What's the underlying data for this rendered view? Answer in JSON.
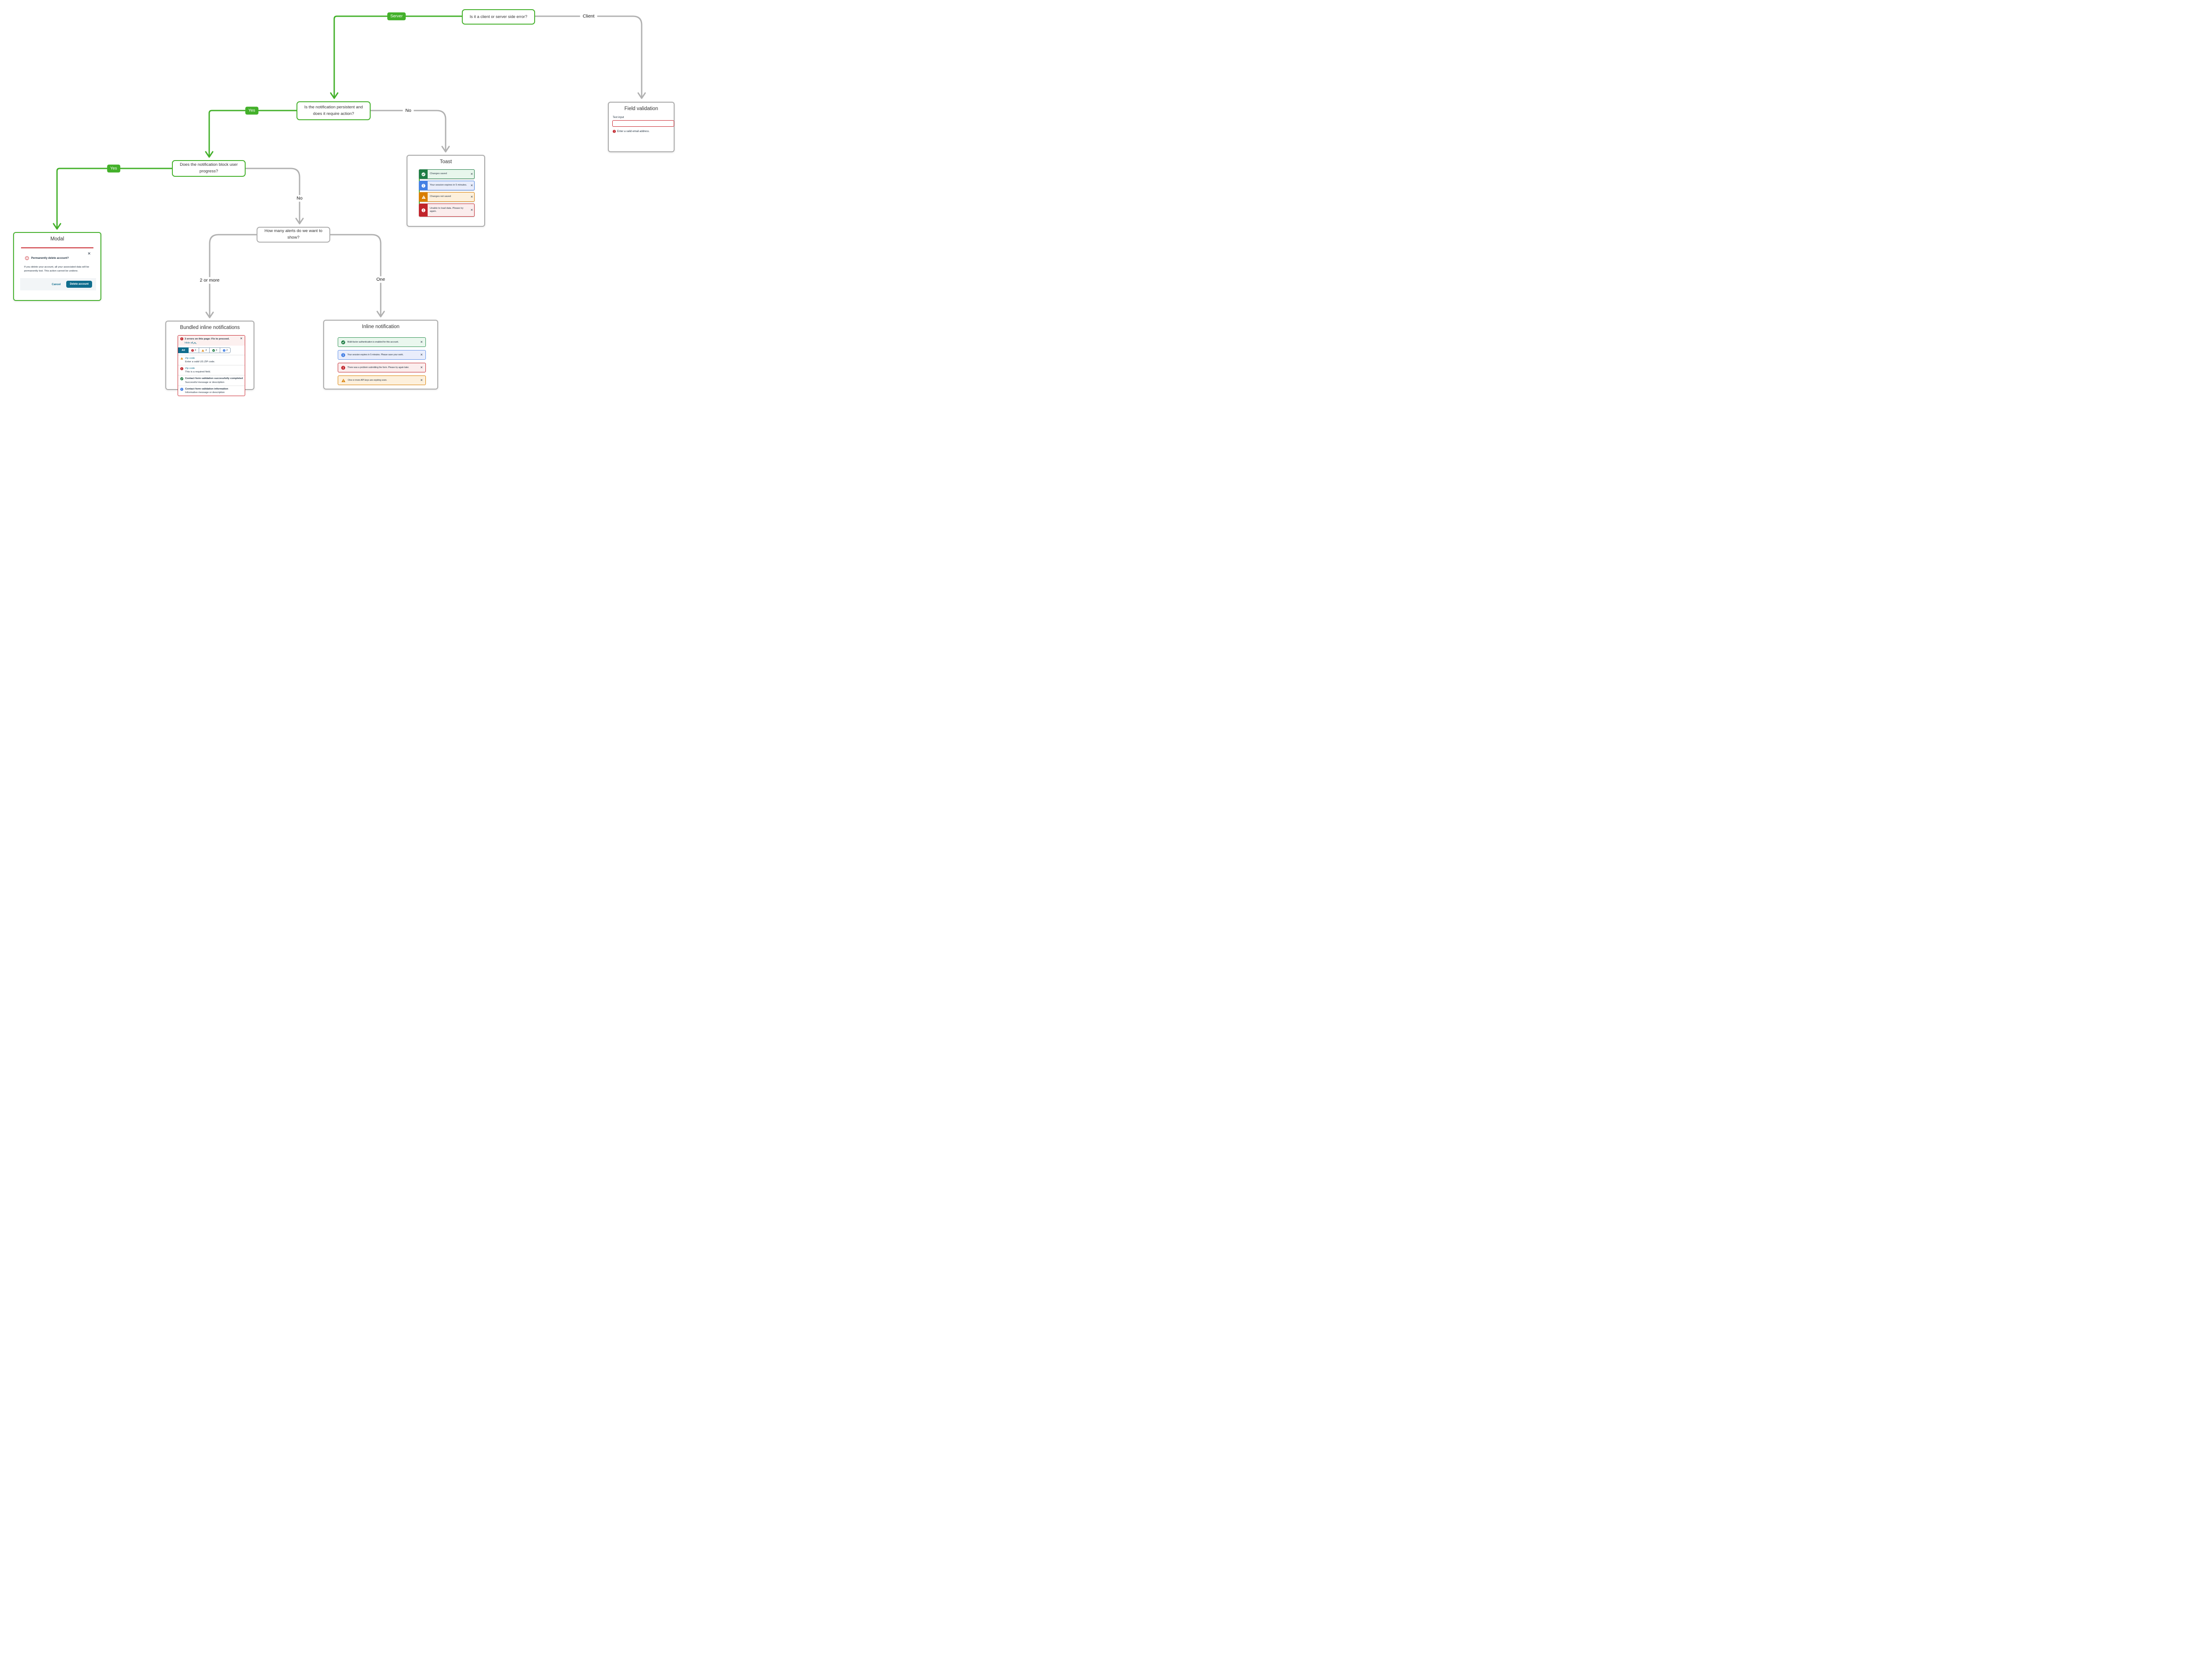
{
  "symbols": {
    "close": "✕"
  },
  "palette": {
    "flow_green": "#43b02a",
    "flow_gray": "#b1b1b1",
    "accent_teal": "#0f6d8d",
    "success": "#1f7d45",
    "info": "#4580e4",
    "warning": "#d97e00",
    "error": "#c1242b",
    "validation_red": "#c9252d"
  },
  "flow": {
    "nodes": {
      "q1": "Is it a client or server side error?",
      "q2": "Is the notification persistent and does it require action?",
      "q3": "Does the notification block user progress?",
      "q4": "How many alerts do we want to show?"
    },
    "labels": {
      "server": "Server",
      "client": "Client",
      "yes_q2": "Yes",
      "no_q2": "No",
      "yes_q3": "Yes",
      "no_q3": "No",
      "two_or_more": "2 or more",
      "one": "One"
    }
  },
  "field_validation": {
    "title": "Field validation",
    "input_label": "Text input",
    "input_value": "",
    "error_message": "Enter a valid email address."
  },
  "toast": {
    "title": "Toast",
    "items": [
      {
        "type": "success",
        "message": "Changes saved"
      },
      {
        "type": "info",
        "message": "Your session expires in 5 minutes."
      },
      {
        "type": "warning",
        "message": "Changes not saved"
      },
      {
        "type": "error",
        "message": "Unable to load data. Please try again."
      }
    ]
  },
  "modal": {
    "title": "Modal",
    "heading": "Permanently delete account?",
    "body": "If you delete your account, all your associated data will be permanently lost. This action cannot be undone.",
    "cancel_label": "Cancel",
    "confirm_label": "Delete account"
  },
  "bundled": {
    "title": "Bundled inline notifications",
    "summary": "3 errors on this page: Fix to proceed.",
    "toggle_label": "Hide all",
    "tabs": [
      {
        "label": "All",
        "selected": true
      },
      {
        "type": "error",
        "count": "3"
      },
      {
        "type": "warning",
        "count": "2"
      },
      {
        "type": "success",
        "count": "3"
      },
      {
        "type": "info",
        "count": "2"
      }
    ],
    "items": [
      {
        "type": "warning",
        "title": "Zip code",
        "description": "Enter a valid US ZIP code.",
        "emphasis": "link"
      },
      {
        "type": "error",
        "title": "Zip code",
        "description": "This is a required field.",
        "emphasis": "link"
      },
      {
        "type": "success",
        "title": "Contact form validation successfully completed",
        "description": "Successful message or description",
        "emphasis": "bold"
      },
      {
        "type": "info",
        "title": "Contact form validation information",
        "description": "Informative message or description",
        "emphasis": "bold"
      }
    ]
  },
  "inline": {
    "title": "Inline notification",
    "items": [
      {
        "type": "success",
        "message": "Multi-factor authentication is enabled for this account."
      },
      {
        "type": "info",
        "message": "Your session expires in 5 minutes. Please save your work."
      },
      {
        "type": "error",
        "message": "There was a problem submitting the form. Please try again later."
      },
      {
        "type": "warning",
        "message": "One or more API keys are expiring soon."
      }
    ]
  }
}
